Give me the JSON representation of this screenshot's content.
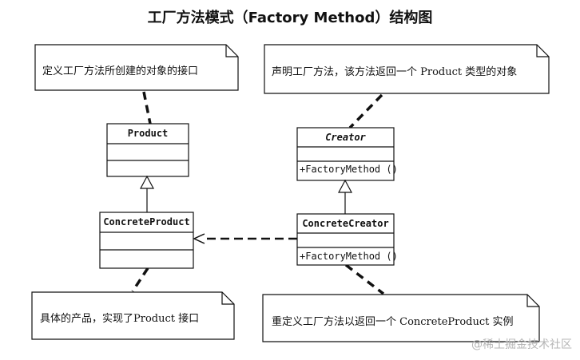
{
  "title": "工厂方法模式（Factory Method）结构图",
  "notes": {
    "top_left": "定义工厂方法所创建的对象的接口",
    "top_right": "声明工厂方法，该方法返回一个 Product 类型的对象",
    "bottom_left": "具体的产品，实现了Product 接口",
    "bottom_right": "重定义工厂方法以返回一个 ConcreteProduct 实例"
  },
  "classes": {
    "product": {
      "name": "Product"
    },
    "concrete_product": {
      "name": "ConcreteProduct"
    },
    "creator": {
      "name": "Creator",
      "method": "+FactoryMethod ()"
    },
    "concrete_creator": {
      "name": "ConcreteCreator",
      "method": "+FactoryMethod ()"
    }
  },
  "watermark": "@稀土掘金技术社区"
}
